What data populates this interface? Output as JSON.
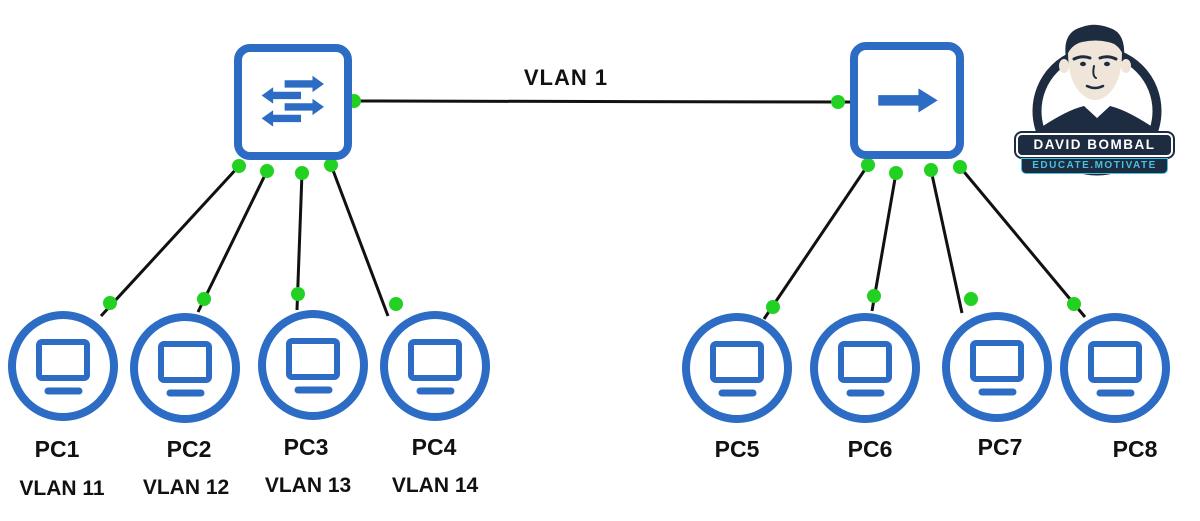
{
  "colors": {
    "device_blue": "#2d6cc4",
    "port_green": "#22d122",
    "wire_black": "#111111",
    "logo_navy": "#1d2c40",
    "logo_cyan": "#45c2e0"
  },
  "trunk_link": {
    "label": "VLAN 1"
  },
  "left_switch": {
    "icon": "multilayer-switch-arrows-icon"
  },
  "right_switch": {
    "icon": "forward-arrow-icon"
  },
  "pcs": [
    {
      "name": "PC1",
      "vlan": "VLAN 11"
    },
    {
      "name": "PC2",
      "vlan": "VLAN 12"
    },
    {
      "name": "PC3",
      "vlan": "VLAN 13"
    },
    {
      "name": "PC4",
      "vlan": "VLAN 14"
    },
    {
      "name": "PC5"
    },
    {
      "name": "PC6"
    },
    {
      "name": "PC7"
    },
    {
      "name": "PC8"
    }
  ],
  "logo": {
    "name": "DAVID BOMBAL",
    "tagline": "EDUCATE.MOTIVATE"
  }
}
